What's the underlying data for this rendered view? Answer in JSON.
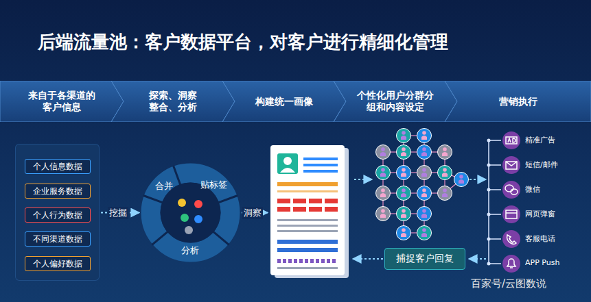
{
  "diagram": {
    "title": "后端流量池：客户数据平台，对客户进行精细化管理",
    "nodes": [
      {
        "text": [
          "来自于各渠道的客户信息"
        ]
      },
      {
        "text": [
          "探索、洞察 整合、分析"
        ]
      },
      {
        "text": [
          "构建统一画像"
        ]
      },
      {
        "text": [
          "个性化用户分群分组和内容设定"
        ]
      },
      {
        "text": [
          "营销执行"
        ]
      },
      {
        "text": []
      },
      {
        "text": [
          "个人信息数据"
        ],
        "in": 5
      },
      {
        "text": [
          "企业服务数据"
        ],
        "in": 5
      },
      {
        "text": [
          "个人行为数据"
        ],
        "in": 5
      },
      {
        "text": [
          "不同渠道数据"
        ],
        "in": 5
      },
      {
        "text": [
          "个人偏好数据"
        ],
        "in": 5
      },
      {
        "text": [
          "合并",
          "贴标签",
          "分析"
        ]
      },
      {
        "text": []
      },
      {
        "text": [
          "捕捉客户回复"
        ]
      }
    ],
    "edges": [
      {
        "from": 5,
        "to": 11,
        "label": "挖掘",
        "arrow": "to"
      },
      {
        "from": 11,
        "to": 12,
        "label": "洞察",
        "arrow": "to"
      },
      {
        "from": 13,
        "to": 12,
        "arrow": "to"
      }
    ],
    "labels": [
      "精准广告",
      "短信/邮件",
      "微信",
      "网页弹窗",
      "客服电话",
      "APP Push",
      "百家号/云图数说"
    ]
  }
}
